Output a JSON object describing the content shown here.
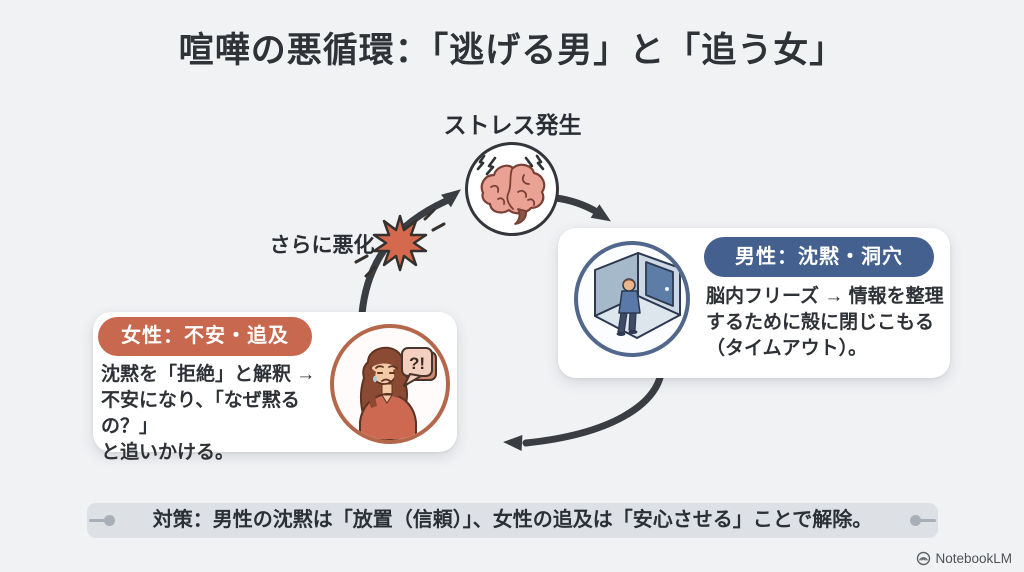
{
  "title": "喧嘩の悪循環：「逃げる男」と「追う女」",
  "cycle": {
    "stress_label": "ストレス発生",
    "worsen_label": "さらに悪化",
    "male_card": {
      "header": "男性：沈黙・洞穴",
      "body_lines": [
        "脳内フリーズ → 情報を整理",
        "するために殻に閉じこもる",
        "（タイムアウト）。"
      ]
    },
    "female_card": {
      "header": "女性：不安・追及",
      "body_lines": [
        "沈黙を「拒絶」と解釈 →",
        "不安になり、「なぜ黙るの？」",
        "と追いかける。"
      ],
      "bubble_text": "?!"
    }
  },
  "footer": {
    "text": "対策：男性の沈黙は「放置（信頼）」、女性の追及は「安心させる」ことで解除。"
  },
  "watermark": {
    "text": "NotebookLM"
  },
  "colors": {
    "background": "#f1f2f4",
    "male_accent": "#44608e",
    "female_accent": "#c8684e",
    "burst": "#d5694e",
    "arrow": "#3a3d42",
    "text_dark": "#2f3237",
    "footer_bg": "#dde0e5"
  }
}
